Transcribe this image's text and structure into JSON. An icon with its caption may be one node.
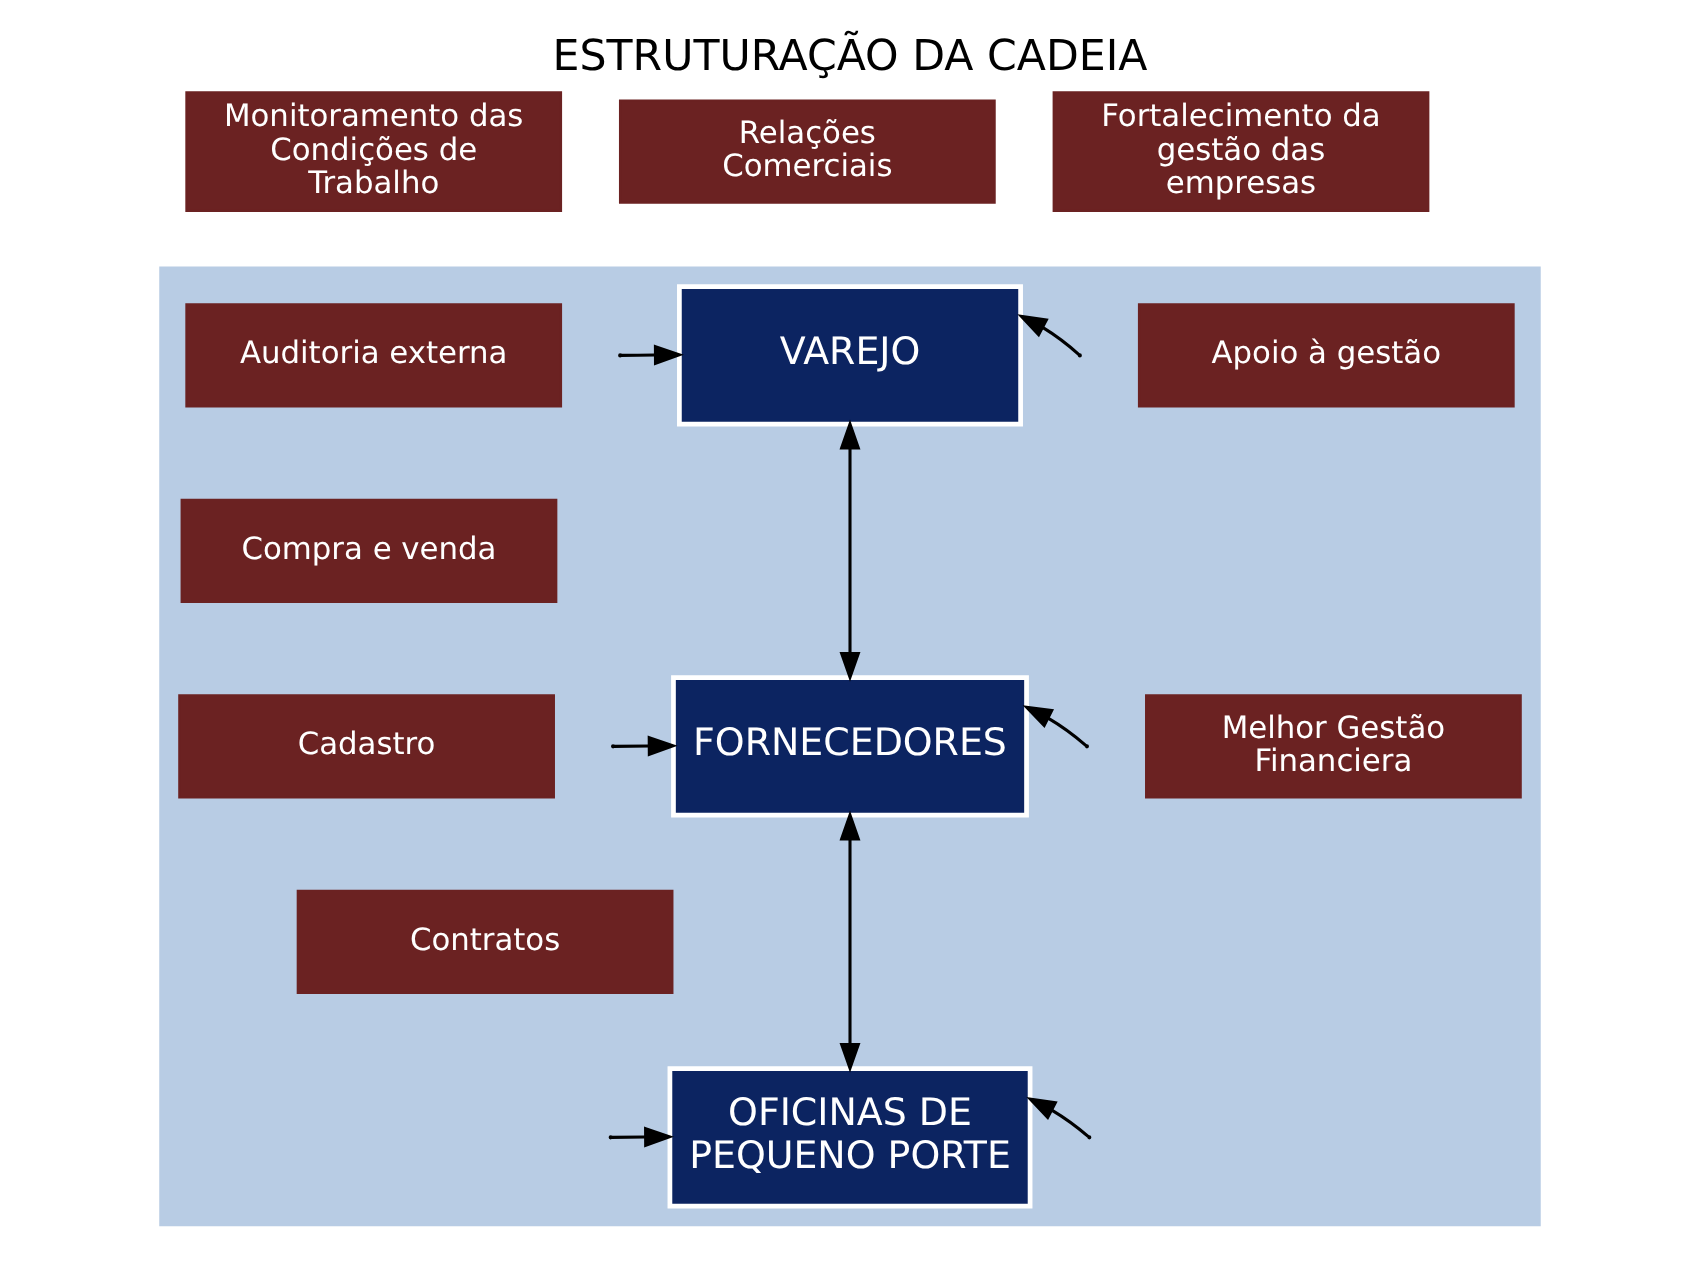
{
  "diagram": {
    "title": "ESTRUTURAÇÃO DA CADEIA",
    "nodes": [
      {
        "text": [
          "Monitoramento das Condições de Trabalho"
        ]
      },
      {
        "text": [
          "Relações Comerciais"
        ]
      },
      {
        "text": [
          "Fortalecimento da gestão das empresas"
        ]
      },
      {
        "text": [],
        "shape": "box"
      },
      {
        "text": [
          "VAREJO"
        ],
        "in": 3
      },
      {
        "text": [
          "Auditoria externa"
        ],
        "in": 3
      },
      {
        "text": [
          "Apoio à gestão"
        ],
        "in": 3
      },
      {
        "text": [
          "Compra e venda"
        ],
        "in": 3
      },
      {
        "text": [
          "FORNECEDORES"
        ],
        "in": 3
      },
      {
        "text": [
          "Cadastro"
        ],
        "in": 3
      },
      {
        "text": [
          "Contratos"
        ],
        "in": 3
      },
      {
        "text": [
          "Melhor Gestão Financiera"
        ],
        "in": 3
      },
      {
        "text": [
          "OFICINAS DE PEQUENO PORTE"
        ],
        "in": 3
      }
    ],
    "edges": [
      {
        "from": null,
        "to": 4,
        "arrow": "to"
      },
      {
        "from": null,
        "to": 8,
        "arrow": "to"
      },
      {
        "from": null,
        "to": 12,
        "arrow": "to"
      },
      {
        "from": null,
        "to": 4,
        "arrow": "to"
      },
      {
        "from": null,
        "to": 8,
        "arrow": "to"
      },
      {
        "from": null,
        "to": 12,
        "arrow": "to"
      },
      {
        "from": 4,
        "to": 8,
        "arrow": "both"
      },
      {
        "from": 8,
        "to": 12,
        "arrow": "both"
      }
    ]
  }
}
